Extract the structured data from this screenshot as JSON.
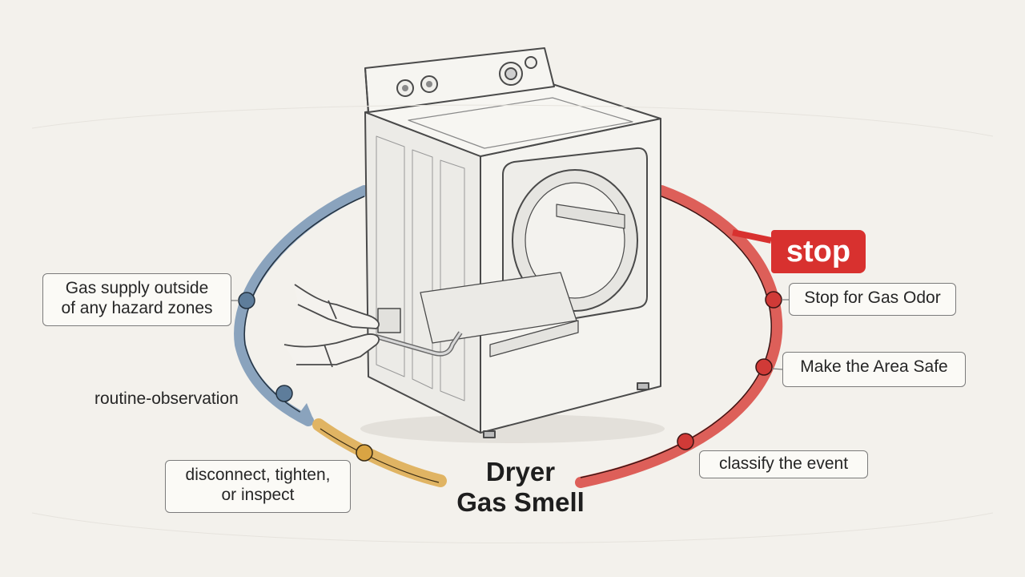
{
  "title": {
    "line1": "Dryer",
    "line2": "Gas Smell"
  },
  "badge": {
    "text": "stop"
  },
  "left_arc": {
    "labels": {
      "supply_line1": "Gas supply outside",
      "supply_line2": "of any hazard zones",
      "routine": "routine-observation"
    }
  },
  "bottom_arc": {
    "labels": {
      "action_line1": "disconnect, tighten,",
      "action_line2": "or inspect"
    }
  },
  "right_arc": {
    "labels": {
      "stop_odor": "Stop for Gas Odor",
      "make_safe": "Make the Area Safe",
      "classify": "classify the event"
    }
  },
  "colors": {
    "blue_arc": "#8aa3bd",
    "orange_arc": "#e0b463",
    "red_arc": "#dd5f59",
    "node_blue": "#5e7d9b",
    "node_orange": "#d9a443",
    "node_red": "#d03a37",
    "badge": "#d8312f",
    "background": "#f3f1ec"
  },
  "icons": {
    "appliance": "gas-dryer-illustration",
    "hands": "hands-on-gas-connection"
  }
}
